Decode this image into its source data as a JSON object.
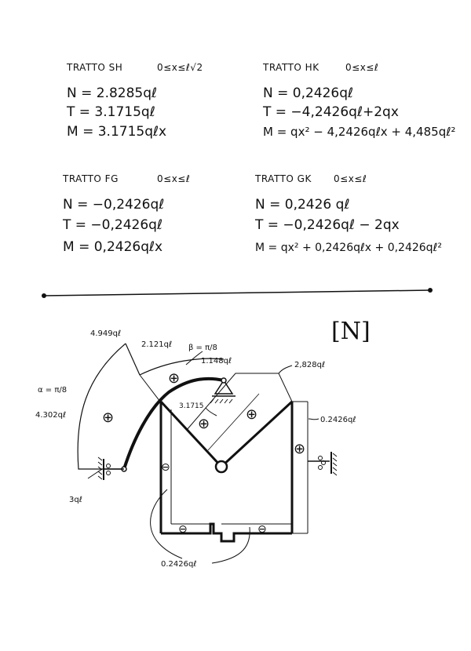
{
  "equations": {
    "sh": {
      "title": "TRATTO SH",
      "range": "0≤x≤ℓ√2",
      "n": "N = 2.8285qℓ",
      "t": "T = 3.1715qℓ",
      "m": "M = 3.1715qℓx"
    },
    "hk": {
      "title": "TRATTO HK",
      "range": "0≤x≤ℓ",
      "n": "N = 0,2426qℓ",
      "t": "T = −4,2426qℓ+2qx",
      "m": "M = qx² − 4,2426qℓx + 4,485qℓ²"
    },
    "fg": {
      "title": "TRATTO FG",
      "range": "0≤x≤ℓ",
      "n": "N = −0,2426qℓ",
      "t": "T = −0,2426qℓ",
      "m": "M = 0,2426qℓx"
    },
    "gk": {
      "title": "TRATTO GK",
      "range": "0≤x≤ℓ",
      "n": "N = 0,2426 qℓ",
      "t": "T = −0,2426qℓ − 2qx",
      "m": "M = qx² + 0,2426qℓx + 0,2426qℓ²"
    }
  },
  "diagram": {
    "title": "[N]",
    "labels": {
      "top_left": "4.949qℓ",
      "arc_a": "2.121qℓ",
      "beta": "β = π/8",
      "arc_b": "1.148qℓ",
      "right_top": "2,828qℓ",
      "alpha": "α = π/8",
      "left_val": "4.302qℓ",
      "mid_val": "3.1715",
      "right_val": "0.2426qℓ",
      "bottom_left": "3qℓ",
      "bottom_val": "0.2426qℓ"
    },
    "signs": {
      "plus": "⊕",
      "minus": "⊖"
    }
  }
}
